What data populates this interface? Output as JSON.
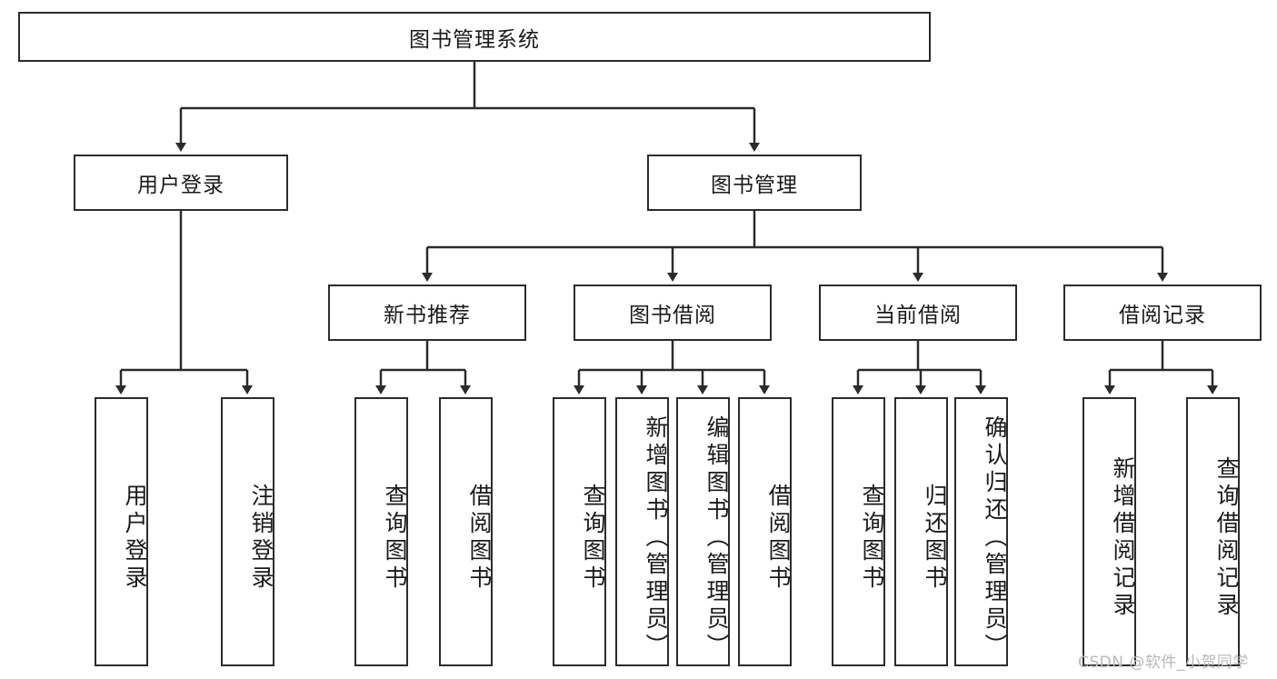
{
  "diagram": {
    "title_text": "图书管理系统",
    "type": "hierarchy-tree",
    "watermark": "CSDN @软件_小贺同学",
    "colors": {
      "box_border": "#2b2b2b",
      "box_fill": "#ffffff",
      "line": "#2b2b2b",
      "text": "#1a1a1a",
      "watermark": "#b9b9b9"
    },
    "nodes": {
      "root": {
        "label": "图书管理系统"
      },
      "level2": [
        {
          "label": "用户登录"
        },
        {
          "label": "图书管理"
        }
      ],
      "level3": [
        {
          "label": "新书推荐"
        },
        {
          "label": "图书借阅"
        },
        {
          "label": "当前借阅"
        },
        {
          "label": "借阅记录"
        }
      ],
      "leaves": [
        {
          "label": "用户登录"
        },
        {
          "label": "注销登录"
        },
        {
          "label": "查询图书"
        },
        {
          "label": "借阅图书"
        },
        {
          "label": "查询图书"
        },
        {
          "label": "新增图书（管理员）"
        },
        {
          "label": "编辑图书（管理员）"
        },
        {
          "label": "借阅图书"
        },
        {
          "label": "查询图书"
        },
        {
          "label": "归还图书"
        },
        {
          "label": "确认归还（管理员）"
        },
        {
          "label": "新增借阅记录"
        },
        {
          "label": "查询借阅记录"
        }
      ]
    }
  }
}
